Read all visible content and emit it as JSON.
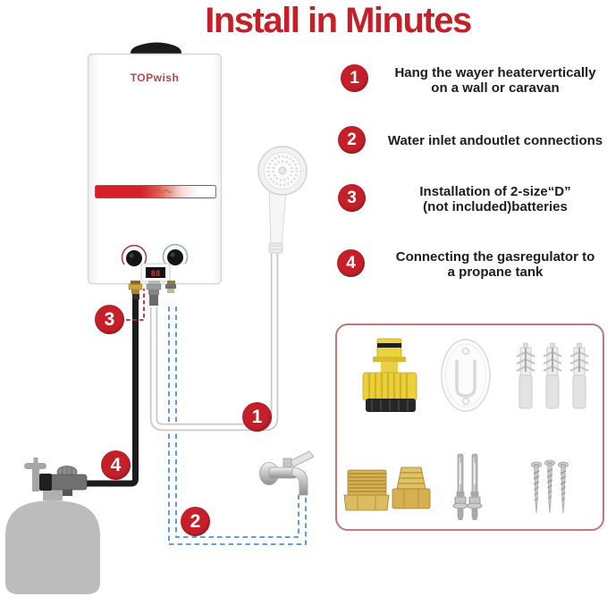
{
  "title": "Install in Minutes",
  "heater": {
    "brand": "TOPwish",
    "display_value": "88"
  },
  "steps": [
    {
      "num": "1",
      "lines": [
        "Hang the wayer heatervertically",
        "on a wall or caravan"
      ]
    },
    {
      "num": "2",
      "lines": [
        "Water inlet andoutlet connections",
        ""
      ]
    },
    {
      "num": "3",
      "lines": [
        "Installation of 2-size“D”",
        "(not included)batteries"
      ]
    },
    {
      "num": "4",
      "lines": [
        "Connecting the gasregulator to",
        "a propane tank"
      ]
    }
  ],
  "callouts": [
    {
      "num": "1"
    },
    {
      "num": "2"
    },
    {
      "num": "3"
    },
    {
      "num": "4"
    }
  ],
  "colors": {
    "accent_red": "#c5202a",
    "blue_dash": "#4e91d6",
    "red_dash": "#c0272d",
    "box_border": "#c4777b",
    "tank_gray": "#bcbcbc"
  },
  "parts_box": {
    "items": [
      {
        "icon": "garden-hose-quick-connector-icon",
        "count": 1
      },
      {
        "icon": "shower-wall-bracket-icon",
        "count": 1
      },
      {
        "icon": "wall-anchor-icon",
        "count": 3
      },
      {
        "icon": "brass-adapter-fitting-icon",
        "count": 2
      },
      {
        "icon": "expansion-bolt-icon",
        "count": 2
      },
      {
        "icon": "mounting-screw-icon",
        "count": 3
      }
    ]
  }
}
